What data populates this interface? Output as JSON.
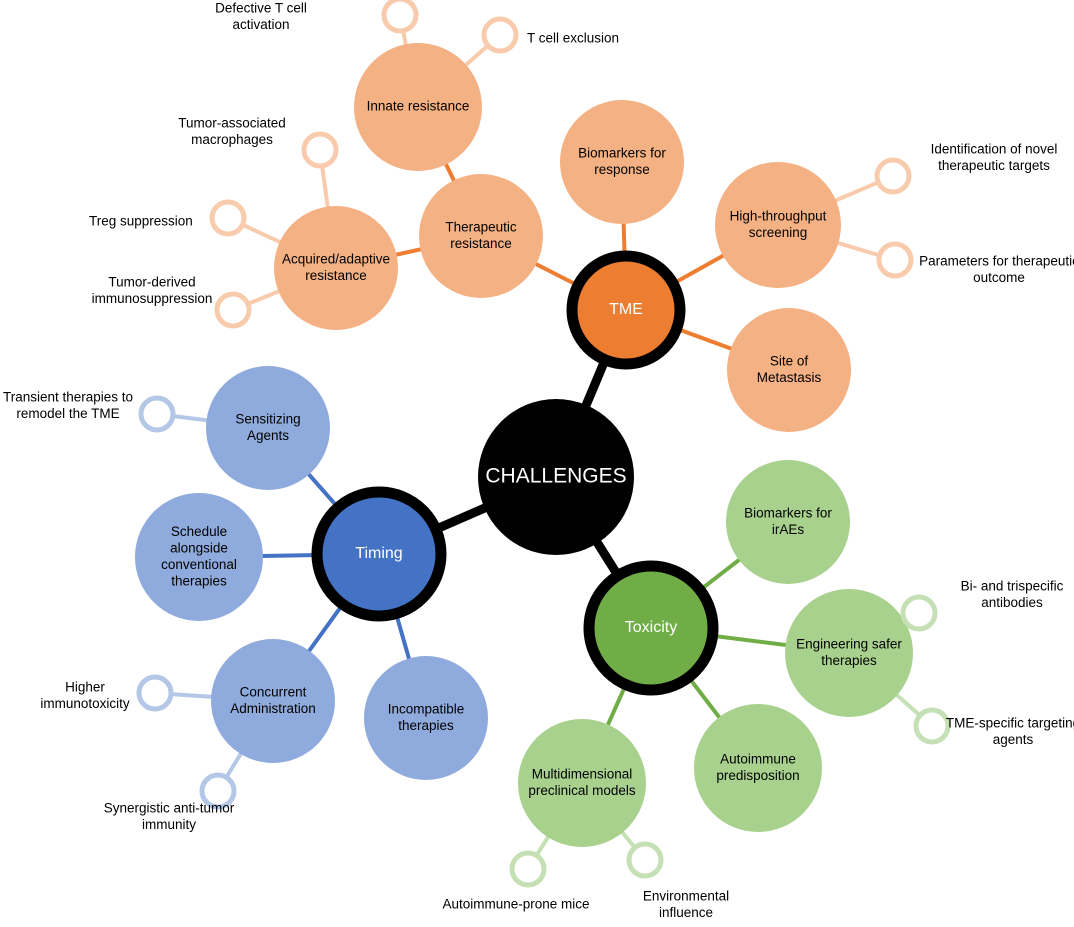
{
  "colors": {
    "center": "#000000",
    "tme_hub": "#ED7D31",
    "tme_node": "#F4B183",
    "tme_leaf": "#F8CBAD",
    "tme_line": "#ED7D31",
    "timing_hub": "#4472C4",
    "timing_node": "#8FAADC",
    "timing_leaf": "#B4C7E7",
    "timing_line": "#4472C4",
    "tox_hub": "#70AD47",
    "tox_node": "#A9D18E",
    "tox_leaf": "#C5E0B4",
    "tox_line": "#70AD47"
  },
  "center": {
    "label": "CHALLENGES"
  },
  "branches": {
    "tme": {
      "hub": "TME",
      "therapeutic_resistance": "Therapeutic resistance",
      "innate_resistance": "Innate resistance",
      "acquired_resistance": "Acquired/adaptive resistance",
      "biomarkers_response": "Biomarkers for response",
      "high_throughput": "High-throughput screening",
      "site_metastasis": "Site of Metastasis",
      "leaf_defective_t_cell": "Defective T cell activation",
      "leaf_t_cell_exclusion": "T cell exclusion",
      "leaf_tam": "Tumor-associated macrophages",
      "leaf_treg": "Treg suppression",
      "leaf_tumor_derived": "Tumor-derived immunosuppression",
      "leaf_novel_targets": "Identification of novel therapeutic targets",
      "leaf_parameters": "Parameters for therapeutic outcome"
    },
    "timing": {
      "hub": "Timing",
      "sensitizing": "Sensitizing Agents",
      "schedule": "Schedule alongside conventional therapies",
      "concurrent": "Concurrent Administration",
      "incompatible": "Incompatible therapies",
      "leaf_transient": "Transient therapies to remodel the TME",
      "leaf_higher": "Higher immunotoxicity",
      "leaf_synergistic": "Synergistic anti-tumor immunity"
    },
    "toxicity": {
      "hub": "Toxicity",
      "biomarkers_irae": "Biomarkers for irAEs",
      "engineering": "Engineering safer therapies",
      "autoimmune_pre": "Autoimmune predisposition",
      "multidimensional": "Multidimensional preclinical models",
      "leaf_bispecific": "Bi- and trispecific antibodies",
      "leaf_tme_specific": "TME-specific targeting agents",
      "leaf_autoimmune_mice": "Autoimmune-prone mice",
      "leaf_environmental": "Environmental influence"
    }
  }
}
